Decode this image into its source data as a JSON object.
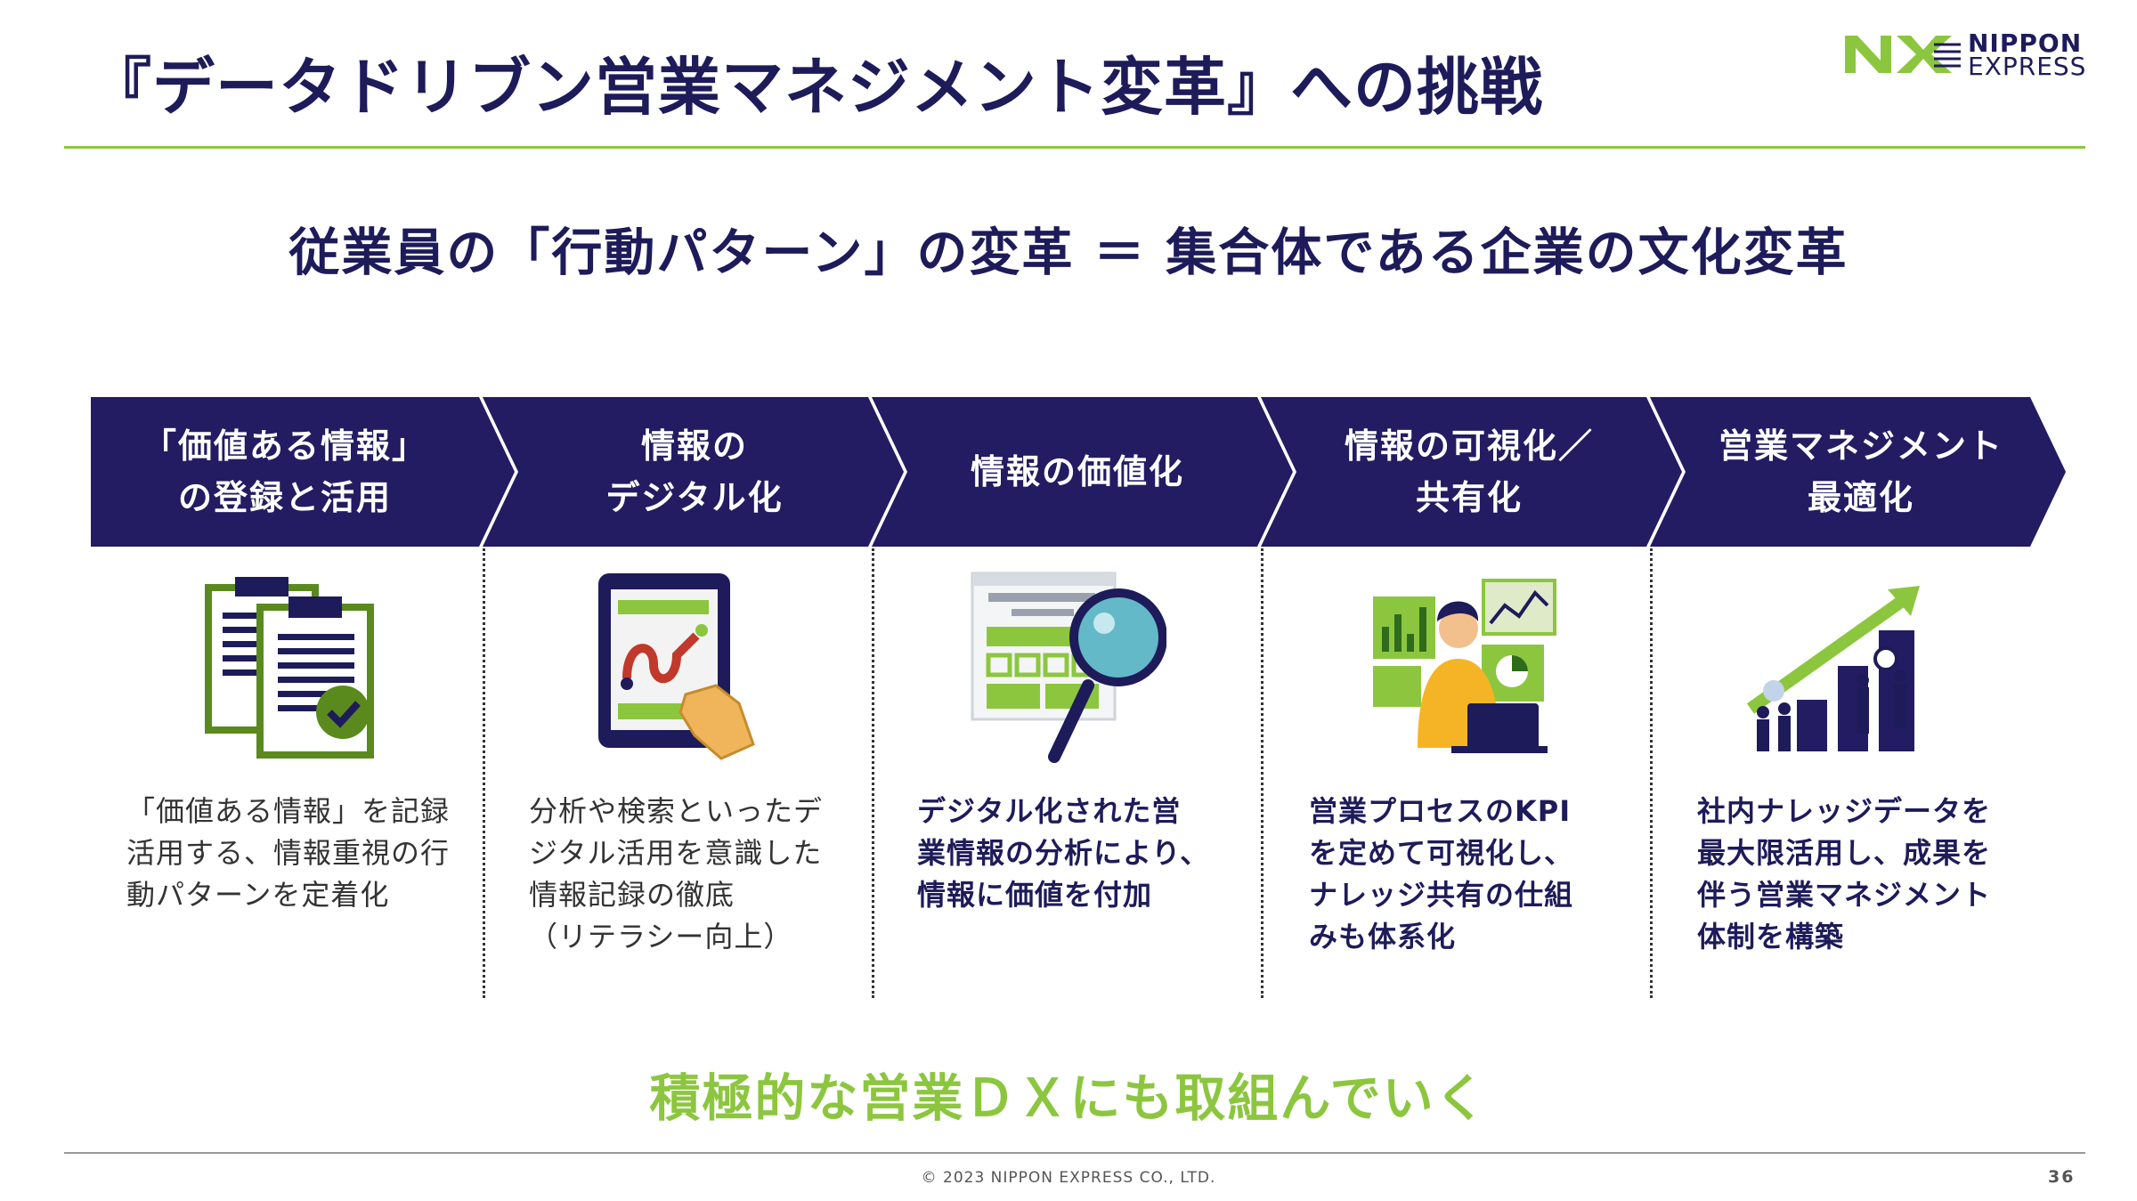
{
  "header": {
    "title": "『データドリブン営業マネジメント変革』への挑戦",
    "logo": {
      "mark": "NX",
      "line1": "NIPPON",
      "line2": "EXPRESS"
    }
  },
  "subtitle": "従業員の「行動パターン」の変革 ＝ 集合体である企業の文化変革",
  "colors": {
    "navy": "#1e1b5a",
    "green": "#8cc63f",
    "gray": "#333333"
  },
  "steps": [
    {
      "label": [
        "「価値ある情報」",
        "の登録と活用"
      ],
      "icon": "clipboard-checklist-icon",
      "desc": [
        "「価値ある情報」を記録",
        "活用する、情報重視の行",
        "動パターンを定着化"
      ]
    },
    {
      "label": [
        "情報の",
        "デジタル化"
      ],
      "icon": "tablet-touch-icon",
      "desc": [
        "分析や検索といったデ",
        "ジタル活用を意識した",
        "情報記録の徹底",
        "（リテラシー向上）"
      ]
    },
    {
      "label": [
        "情報の価値化"
      ],
      "icon": "magnifier-analysis-icon",
      "desc": [
        "デジタル化された営",
        "業情報の分析により、",
        "情報に価値を付加"
      ]
    },
    {
      "label": [
        "情報の可視化／",
        "共有化"
      ],
      "icon": "dashboard-person-icon",
      "desc": [
        "営業プロセスのKPI",
        "を定めて可視化し、",
        "ナレッジ共有の仕組",
        "みも体系化"
      ]
    },
    {
      "label": [
        "営業マネジメント",
        "最適化"
      ],
      "icon": "growth-chart-team-icon",
      "desc": [
        "社内ナレッジデータを",
        "最大限活用し、成果を",
        "伴う営業マネジメント",
        "体制を構築"
      ]
    }
  ],
  "cta": "積極的な営業ＤＸにも取組んでいく",
  "footer": {
    "copyright": "© 2023 NIPPON EXPRESS CO., LTD.",
    "page": "36"
  }
}
